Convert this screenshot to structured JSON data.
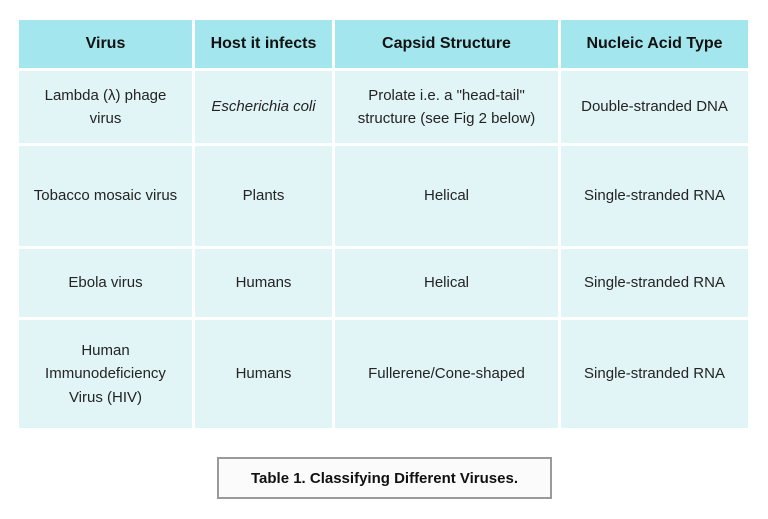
{
  "colors": {
    "header_bg": "#a3e6ee",
    "cell_bg": "#e1f4f6",
    "caption_border": "#9a9a9a",
    "caption_bg": "#fbfbfb",
    "text": "#242424"
  },
  "table": {
    "headers": {
      "virus": "Virus",
      "host": "Host it infects",
      "capsid": "Capsid Structure",
      "nucleic": "Nucleic Acid Type"
    },
    "rows": [
      {
        "virus": "Lambda (λ) phage virus",
        "host": "Escherichia coli",
        "capsid": "Prolate i.e. a \"head-tail\" structure (see Fig 2 below)",
        "nucleic": "Double-stranded DNA"
      },
      {
        "virus": "Tobacco mosaic virus",
        "host": "Plants",
        "capsid": "Helical",
        "nucleic": "Single-stranded RNA"
      },
      {
        "virus": "Ebola virus",
        "host": "Humans",
        "capsid": "Helical",
        "nucleic": "Single-stranded RNA"
      },
      {
        "virus": "Human Immunodeficiency Virus (HIV)",
        "host": "Humans",
        "capsid": "Fullerene/Cone-shaped",
        "nucleic": "Single-stranded RNA"
      }
    ]
  },
  "caption": "Table 1. Classifying Different Viruses."
}
